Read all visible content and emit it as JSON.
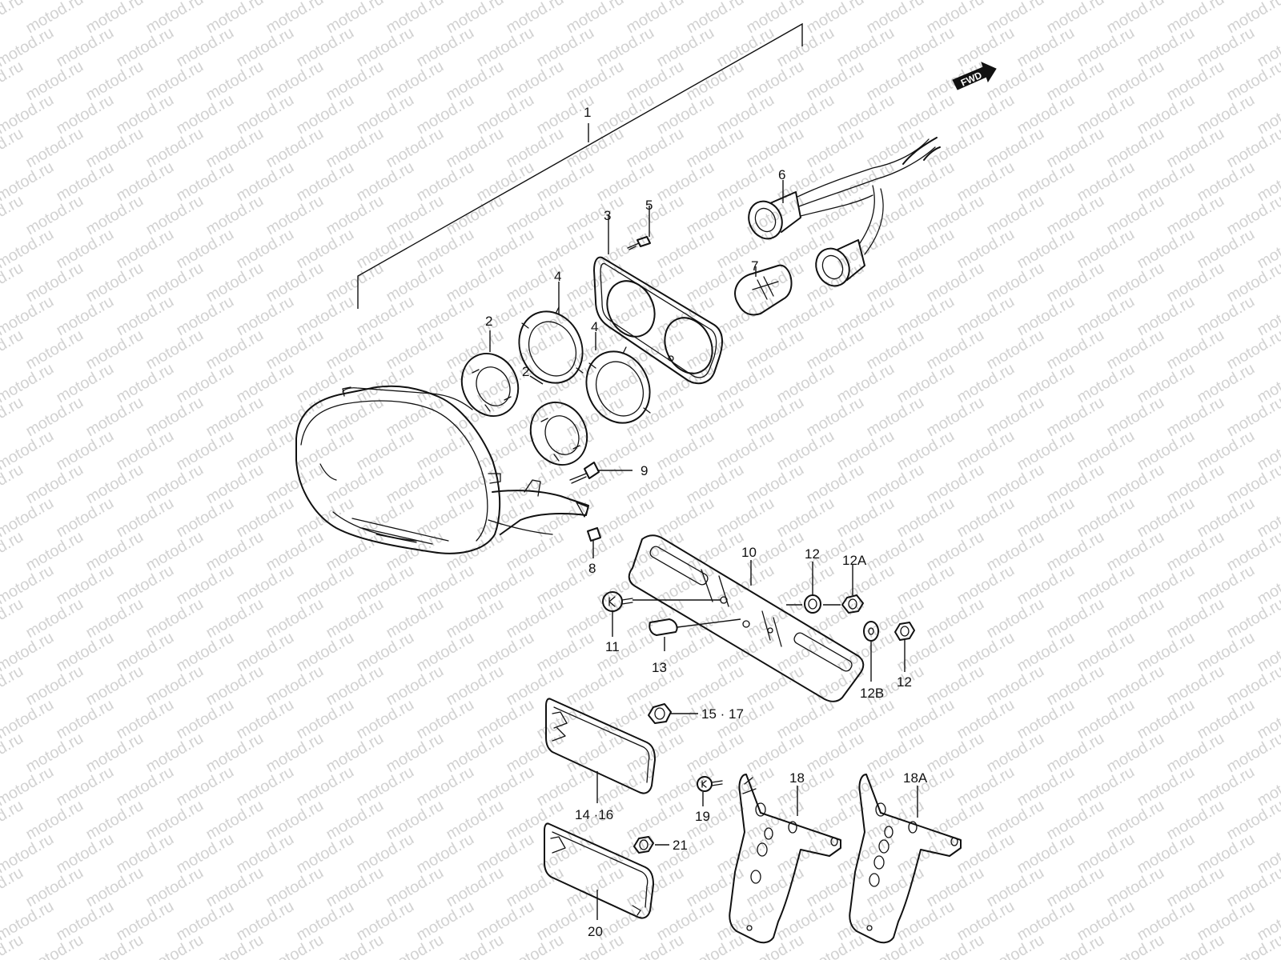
{
  "watermark": {
    "text": "motod.ru",
    "color": "#d2d2d2"
  },
  "direction_badge": {
    "text": "FWD",
    "icon": "fwd-arrow-icon"
  },
  "callouts": [
    {
      "id": "p1",
      "label": "1"
    },
    {
      "id": "p2a",
      "label": "2"
    },
    {
      "id": "p2b",
      "label": "2"
    },
    {
      "id": "p3",
      "label": "3"
    },
    {
      "id": "p4a",
      "label": "4"
    },
    {
      "id": "p4b",
      "label": "4"
    },
    {
      "id": "p5",
      "label": "5"
    },
    {
      "id": "p6",
      "label": "6"
    },
    {
      "id": "p7",
      "label": "7"
    },
    {
      "id": "p8",
      "label": "8"
    },
    {
      "id": "p9",
      "label": "9"
    },
    {
      "id": "p10",
      "label": "10"
    },
    {
      "id": "p11",
      "label": "11"
    },
    {
      "id": "p12a",
      "label": "12"
    },
    {
      "id": "p12A",
      "label": "12A"
    },
    {
      "id": "p12B",
      "label": "12B"
    },
    {
      "id": "p12b",
      "label": "12"
    },
    {
      "id": "p13",
      "label": "13"
    },
    {
      "id": "p1517",
      "label": "15 · 17"
    },
    {
      "id": "p1416",
      "label": "14 ·16"
    },
    {
      "id": "p18",
      "label": "18"
    },
    {
      "id": "p18A",
      "label": "18A"
    },
    {
      "id": "p19",
      "label": "19"
    },
    {
      "id": "p20",
      "label": "20"
    },
    {
      "id": "p21",
      "label": "21"
    }
  ]
}
